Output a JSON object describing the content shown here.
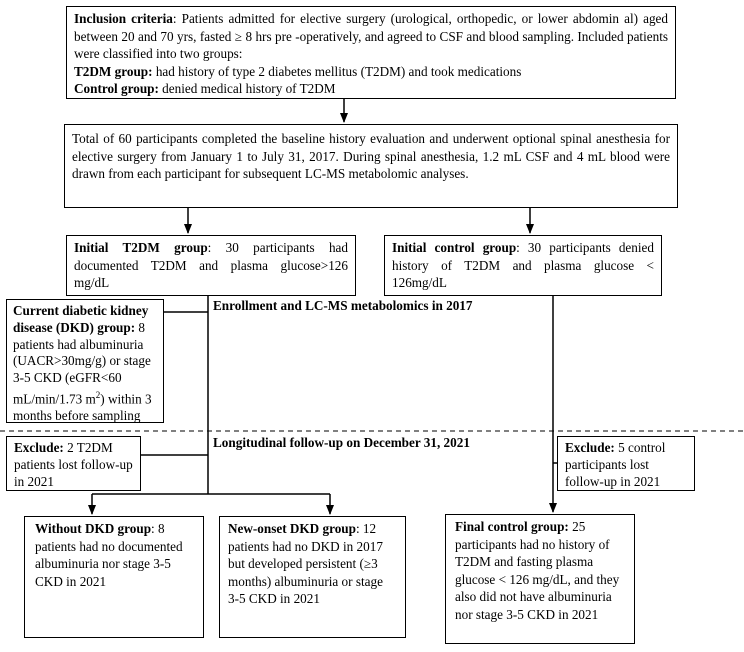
{
  "inclusion": {
    "title": "Inclusion criteria",
    "body": ": Patients admitted for elective surgery (urological, orthopedic, or lower abdomin al) aged between 20 and 70 yrs, fasted ≥ 8 hrs pre -operatively, and agreed to CSF and blood sampling. Included patients were classified into two groups:",
    "t2dm_label": "T2DM group:",
    "t2dm_text": " had history of type 2 diabetes mellitus (T2DM) and took medications",
    "control_label": "Control group:",
    "control_text": " denied medical history of T2DM"
  },
  "baseline": {
    "text": "Total of 60 participants completed the baseline history evaluation and underwent optional spinal anesthesia for elective surgery from January 1 to July 31, 2017. During spinal anesthesia, 1.2 mL CSF and 4 mL blood were drawn from each participant for subsequent LC-MS metabolomic analyses."
  },
  "initial_t2dm": {
    "title": "Initial T2DM group",
    "text": ": 30 participants had documented T2DM and plasma glucose>126 mg/dL"
  },
  "initial_control": {
    "title": "Initial control group",
    "text": ": 30 participants denied history of T2DM and plasma glucose < 126mg/dL"
  },
  "enrollment_label": "Enrollment and LC-MS metabolomics in 2017",
  "current_dkd": {
    "title": "Current diabetic kidney disease (DKD) group:",
    "text": " 8 patients had albuminuria (UACR>30mg/g) or stage 3-5 CKD (eGFR<60 mL/min/1.73 m",
    "sup": "2",
    "text2": ") within 3 months before sampling"
  },
  "followup_label": "Longitudinal follow-up on December 31, 2021",
  "exclude_t2dm": {
    "title": "Exclude:",
    "text": " 2 T2DM patients lost follow-up in 2021"
  },
  "exclude_control": {
    "title": "Exclude:",
    "text": " 5 control participants lost follow-up in 2021"
  },
  "without_dkd": {
    "title": "Without DKD group",
    "text": ": 8 patients had no documented albuminuria nor stage 3-5 CKD in 2021"
  },
  "new_onset_dkd": {
    "title": "New-onset DKD group",
    "text": ": 12 patients had no DKD in 2017 but developed persistent (≥3 months) albuminuria or stage 3-5 CKD in 2021"
  },
  "final_control": {
    "title": "Final control group:",
    "text": " 25 participants had no history of T2DM and fasting plasma glucose < 126 mg/dL, and they also did not have albuminuria nor stage 3-5 CKD in 2021"
  }
}
